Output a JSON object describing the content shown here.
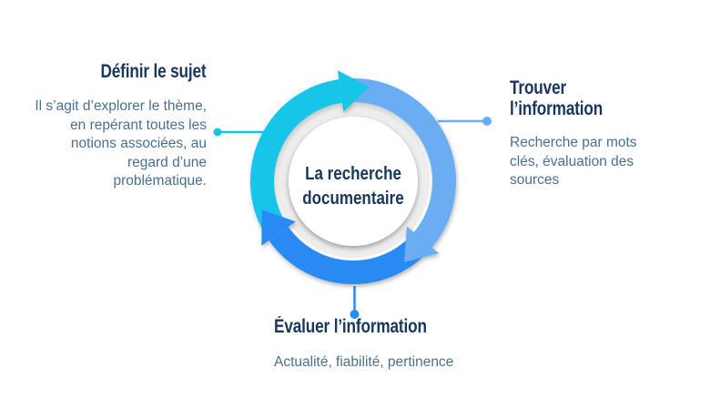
{
  "center": {
    "title_lines": [
      "La recherche",
      "documentaire"
    ]
  },
  "steps": {
    "define": {
      "heading": "Définir le sujet",
      "body_lines": [
        "Il s’agit d’explorer le thème,",
        "en repérant toutes les",
        "notions associées, au",
        "regard d’une",
        "problématique."
      ]
    },
    "find": {
      "heading_lines": [
        "Trouver",
        "l’information"
      ],
      "body_lines": [
        "Recherche par mots",
        "clés, évaluation des",
        "sources"
      ]
    },
    "evaluate": {
      "heading": "Évaluer l’information",
      "body": "Actualité, fiabilité, pertinence"
    }
  },
  "colors": {
    "cyan": "#18c5e8",
    "light_blue": "#6badf2",
    "blue": "#2b8af3",
    "navy": "#17375e",
    "body_text": "#4a7090",
    "ring_gray": "#ededed",
    "background": "#ffffff"
  }
}
